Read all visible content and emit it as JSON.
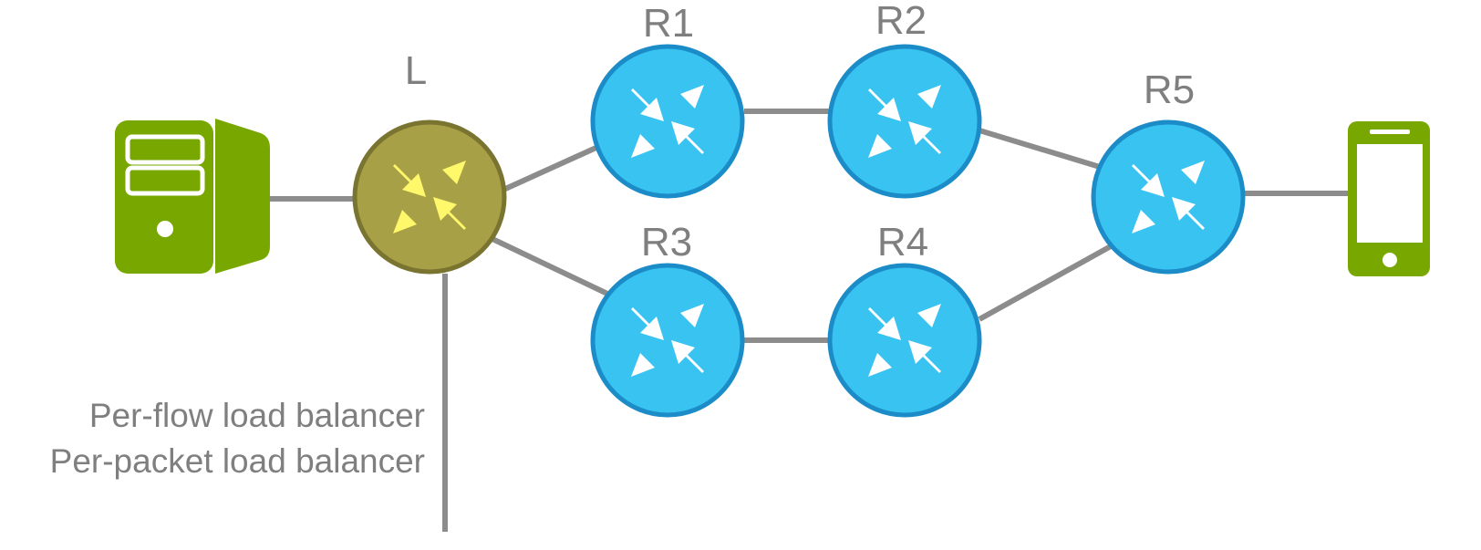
{
  "nodes": {
    "L": {
      "label": "L",
      "role": "load-balancer"
    },
    "R1": {
      "label": "R1",
      "role": "router"
    },
    "R2": {
      "label": "R2",
      "role": "router"
    },
    "R3": {
      "label": "R3",
      "role": "router"
    },
    "R4": {
      "label": "R4",
      "role": "router"
    },
    "R5": {
      "label": "R5",
      "role": "router"
    }
  },
  "endpoints": {
    "server": {
      "icon": "server-icon"
    },
    "phone": {
      "icon": "smartphone-icon"
    }
  },
  "links": [
    [
      "server",
      "L"
    ],
    [
      "L",
      "R1"
    ],
    [
      "L",
      "R3"
    ],
    [
      "R1",
      "R2"
    ],
    [
      "R3",
      "R4"
    ],
    [
      "R2",
      "R5"
    ],
    [
      "R4",
      "R5"
    ],
    [
      "R5",
      "phone"
    ]
  ],
  "annotations": {
    "per_flow": "Per-flow load balancer",
    "per_packet": "Per-packet load balancer"
  },
  "colors": {
    "router_fill": "#38c3f0",
    "router_stroke": "#1b8cc7",
    "lb_fill": "#a8a046",
    "lb_stroke": "#7a7431",
    "lb_arrow": "#fff86a",
    "endpoint": "#78a800",
    "link": "#8c8c8c",
    "label": "#7f7f7f"
  }
}
